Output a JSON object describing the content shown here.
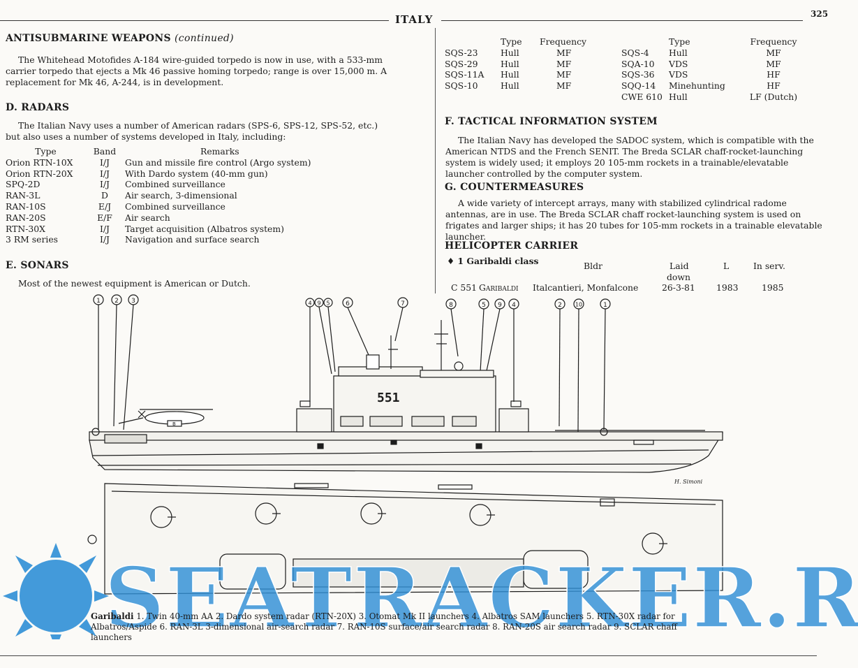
{
  "header": {
    "country": "ITALY",
    "page_number": "325"
  },
  "left": {
    "asw_title": "ANTISUBMARINE WEAPONS",
    "asw_cont": "(continued)",
    "asw_text": "The Whitehead Motofides A-184 wire-guided torpedo is now in use, with a 533-mm carrier torpedo that ejects a Mk 46 passive homing torpedo; range is over 15,000 m. A replacement for Mk 46, A-244, is in development.",
    "radars_title": "D. RADARS",
    "radars_text": "The Italian Navy uses a number of American radars (SPS-6, SPS-12, SPS-52, etc.) but also uses a number of systems developed in Italy, including:",
    "radar_headers": [
      "Type",
      "Band",
      "Remarks"
    ],
    "radar_rows": [
      [
        "Orion RTN-10X",
        "I/J",
        "Gun and missile fire control (Argo system)"
      ],
      [
        "Orion RTN-20X",
        "I/J",
        "With Dardo system (40-mm gun)"
      ],
      [
        "SPQ-2D",
        "I/J",
        "Combined surveillance"
      ],
      [
        "RAN-3L",
        "D",
        "Air search, 3-dimensional"
      ],
      [
        "RAN-10S",
        "E/J",
        "Combined surveillance"
      ],
      [
        "RAN-20S",
        "E/F",
        "Air search"
      ],
      [
        "RTN-30X",
        "I/J",
        "Target acquisition (Albatros system)"
      ],
      [
        "3 RM series",
        "I/J",
        "Navigation and surface search"
      ]
    ],
    "sonars_title": "E. SONARS",
    "sonars_text": "Most of the newest equipment is American or Dutch."
  },
  "right": {
    "sonar_headers": [
      "Type",
      "Frequency"
    ],
    "sonar_left": [
      [
        "SQS-23",
        "Hull",
        "MF"
      ],
      [
        "SQS-29",
        "Hull",
        "MF"
      ],
      [
        "SQS-11A",
        "Hull",
        "MF"
      ],
      [
        "SQS-10",
        "Hull",
        "MF"
      ]
    ],
    "sonar_right": [
      [
        "SQS-4",
        "Hull",
        "MF"
      ],
      [
        "SQA-10",
        "VDS",
        "MF"
      ],
      [
        "SQS-36",
        "VDS",
        "HF"
      ],
      [
        "SQQ-14",
        "Minehunting",
        "HF"
      ],
      [
        "CWE 610",
        "Hull",
        "LF (Dutch)"
      ]
    ],
    "tis_title": "F. TACTICAL INFORMATION SYSTEM",
    "tis_text": "The Italian Navy has developed the SADOC system, which is compatible with the American NTDS and the French SENIT. The Breda SCLAR chaff-rocket-launching system is widely used; it employs 20 105-mm rockets in a trainable/elevatable launcher controlled by the computer system.",
    "cm_title": "G. COUNTERMEASURES",
    "cm_text": "A wide variety of intercept arrays, many with stabilized cylindrical radome antennas, are in use. The Breda SCLAR chaff rocket-launching system is used on frigates and larger ships; it has 20 tubes for 105-mm rockets in a trainable elevatable launcher.",
    "hc_title": "HELICOPTER CARRIER",
    "class_line": "♦ 1 Garibaldi class",
    "ship_headers": {
      "bldr": "Bldr",
      "laid": "Laid",
      "down": "down",
      "l": "L",
      "in_serv": "In serv."
    },
    "ship_row": {
      "hull": "C 551",
      "name": "Garibaldi",
      "builder": "Italcantieri, Monfalcone",
      "laid_down": "26-3-81",
      "launched": "1983",
      "in_service": "1985"
    }
  },
  "drawing": {
    "hull_number": "551",
    "callouts": [
      "1",
      "2",
      "3",
      "4",
      "9",
      "5",
      "6",
      "7",
      "8",
      "5",
      "9",
      "4",
      "2",
      "10",
      "1"
    ],
    "artist_signature": "H. Simoni",
    "turret_label": "B"
  },
  "caption": {
    "ship": "Garibaldi",
    "text": "1. Twin 40-mm AA 2. Dardo system radar (RTN-20X) 3. Otomat Mk II launchers 4. Albatros SAM launchers 5. RTN-30X radar for Albatros/Aspide 6. RAN-3L 3-dimensional air-search radar 7. RAN-10S surface/air search radar 8. RAN-20S air search radar 9. SCLAR chaff launchers"
  },
  "watermark": {
    "text": "SEATRACKER.RU",
    "color": "#2f8fd6"
  }
}
